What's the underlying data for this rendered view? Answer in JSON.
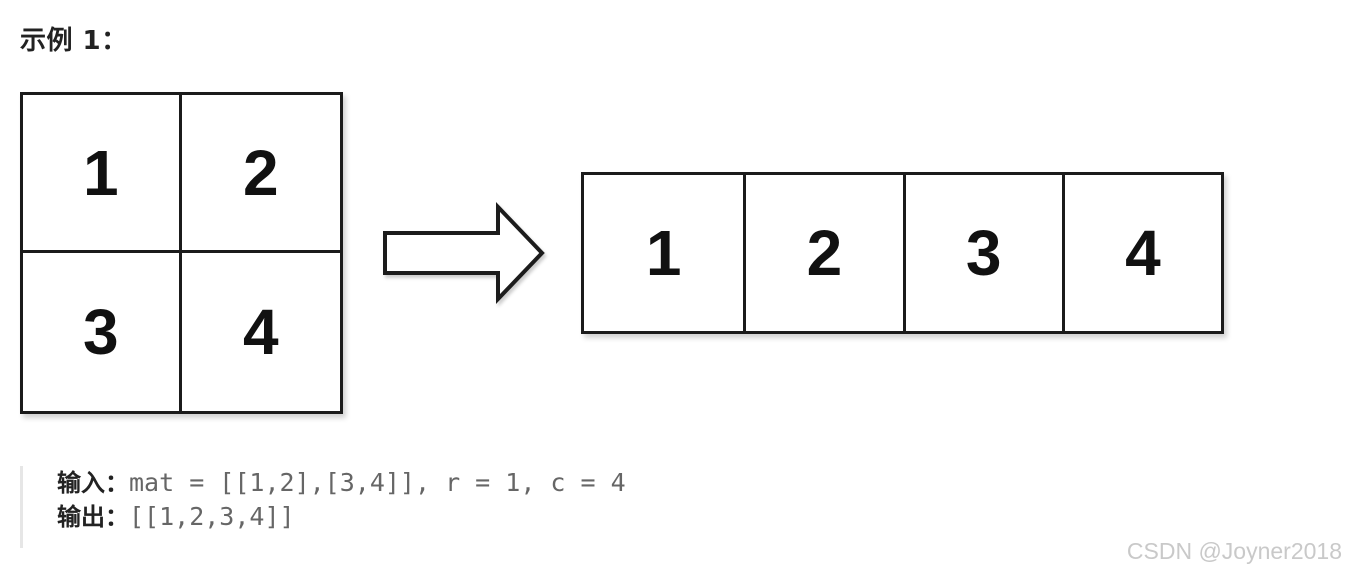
{
  "heading": "示例 1：",
  "matrix": {
    "cells": [
      "1",
      "2",
      "3",
      "4"
    ]
  },
  "result": {
    "cells": [
      "1",
      "2",
      "3",
      "4"
    ]
  },
  "example": {
    "input_label": "输入：",
    "input_value": "mat = [[1,2],[3,4]], r = 1, c = 4",
    "output_label": "输出：",
    "output_value": "[[1,2,3,4]]"
  },
  "watermark": "CSDN @Joyner2018",
  "icons": {
    "arrow": "right-arrow-icon"
  },
  "colors": {
    "border": "#1b1b1b",
    "code_text": "#666666",
    "watermark": "#c9c9c9"
  }
}
